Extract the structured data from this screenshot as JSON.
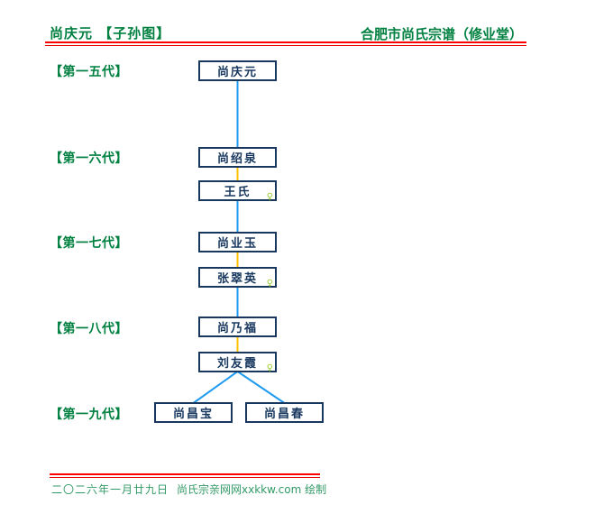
{
  "header": {
    "left_title": "尚庆元 【子孙图】",
    "right_title": "合肥市尚氏宗谱（修业堂）"
  },
  "generation_labels": [
    "【第一五代】",
    "【第一六代】",
    "【第一七代】",
    "【第一八代】",
    "【第一九代】"
  ],
  "persons": [
    {
      "name": "尚庆元",
      "generation": "第一五代",
      "female": false
    },
    {
      "name": "尚绍泉",
      "generation": "第一六代",
      "female": false
    },
    {
      "name": "王氏",
      "generation": "第一六代",
      "female": true
    },
    {
      "name": "尚业玉",
      "generation": "第一七代",
      "female": false
    },
    {
      "name": "张翠英",
      "generation": "第一七代",
      "female": true
    },
    {
      "name": "尚乃福",
      "generation": "第一八代",
      "female": false
    },
    {
      "name": "刘友霞",
      "generation": "第一八代",
      "female": true
    },
    {
      "name": "尚昌宝",
      "generation": "第一九代",
      "female": false
    },
    {
      "name": "尚昌春",
      "generation": "第一九代",
      "female": false
    }
  ],
  "links": [
    {
      "type": "child",
      "from": "尚庆元",
      "to": "尚绍泉"
    },
    {
      "type": "spouse",
      "from": "尚绍泉",
      "to": "王氏"
    },
    {
      "type": "child",
      "from": "王氏",
      "to": "尚业玉"
    },
    {
      "type": "spouse",
      "from": "尚业玉",
      "to": "张翠英"
    },
    {
      "type": "child",
      "from": "张翠英",
      "to": "尚乃福"
    },
    {
      "type": "spouse",
      "from": "尚乃福",
      "to": "刘友霞"
    },
    {
      "type": "child",
      "from": "刘友霞",
      "to": "尚昌宝"
    },
    {
      "type": "child",
      "from": "刘友霞",
      "to": "尚昌春"
    }
  ],
  "symbols": {
    "female_mark": "♀"
  },
  "footer": {
    "date": "二〇二六年一月廿九日",
    "credit": "尚氏宗亲网网xxkkw.com 绘制"
  },
  "colors": {
    "heading_green": "#008040",
    "footer_green": "#339966",
    "rule_red": "#FF0000",
    "box_navy": "#17375E",
    "child_line_blue": "#1E9BF0",
    "spouse_line_gold": "#FFC000",
    "female_mark_green": "#9ACD32"
  }
}
